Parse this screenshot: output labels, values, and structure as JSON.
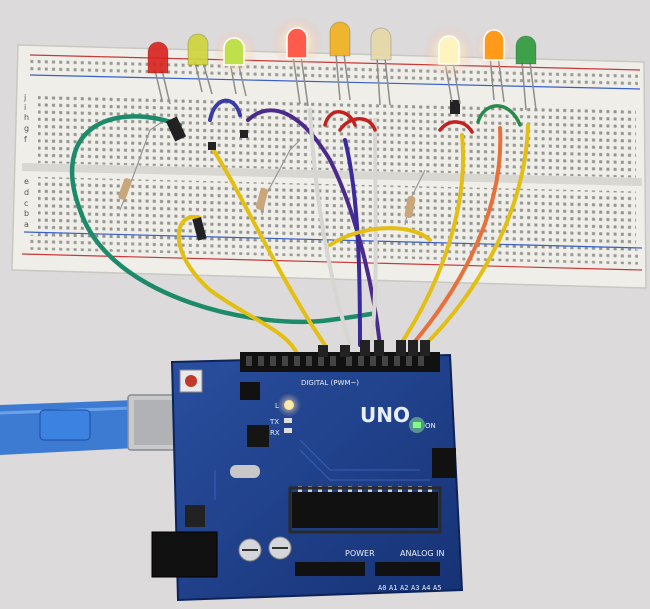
{
  "board": {
    "logo": "UNO",
    "power_label": "POWER",
    "analog_label": "ANALOG IN",
    "digital_label": "DIGITAL (PWM~)",
    "on_label": "ON",
    "tx_label": "TX",
    "rx_label": "RX",
    "l_label": "L",
    "analog_pins": [
      "A0",
      "A1",
      "A2",
      "A3",
      "A4",
      "A5"
    ]
  },
  "breadboard": {
    "row_letters_top": [
      "j",
      "i",
      "h",
      "g",
      "f"
    ],
    "row_letters_bottom": [
      "e",
      "d",
      "c",
      "b",
      "a"
    ]
  },
  "leds": [
    {
      "color": "#d8221c",
      "lit": false
    },
    {
      "color": "#cfd43a",
      "lit": false
    },
    {
      "color": "#bfe04a",
      "lit": true
    },
    {
      "color": "#ff5a4a",
      "lit": true
    },
    {
      "color": "#f2b21c",
      "lit": false
    },
    {
      "color": "#e6d9a8",
      "lit": false
    },
    {
      "color": "#fff4c0",
      "lit": true
    },
    {
      "color": "#ff9a1a",
      "lit": true
    },
    {
      "color": "#2e9a3a",
      "lit": false
    }
  ],
  "colors": {
    "board": "#1f3f8c",
    "breadboard": "#efeee9",
    "wire_green": "#1d8a6a",
    "wire_yellow": "#e2bf12",
    "wire_purple": "#4a2a8a",
    "wire_white": "#d6d6d2",
    "wire_orange": "#e8703a",
    "wire_red": "#c4201e",
    "usb_cable": "#2b6fd0"
  }
}
